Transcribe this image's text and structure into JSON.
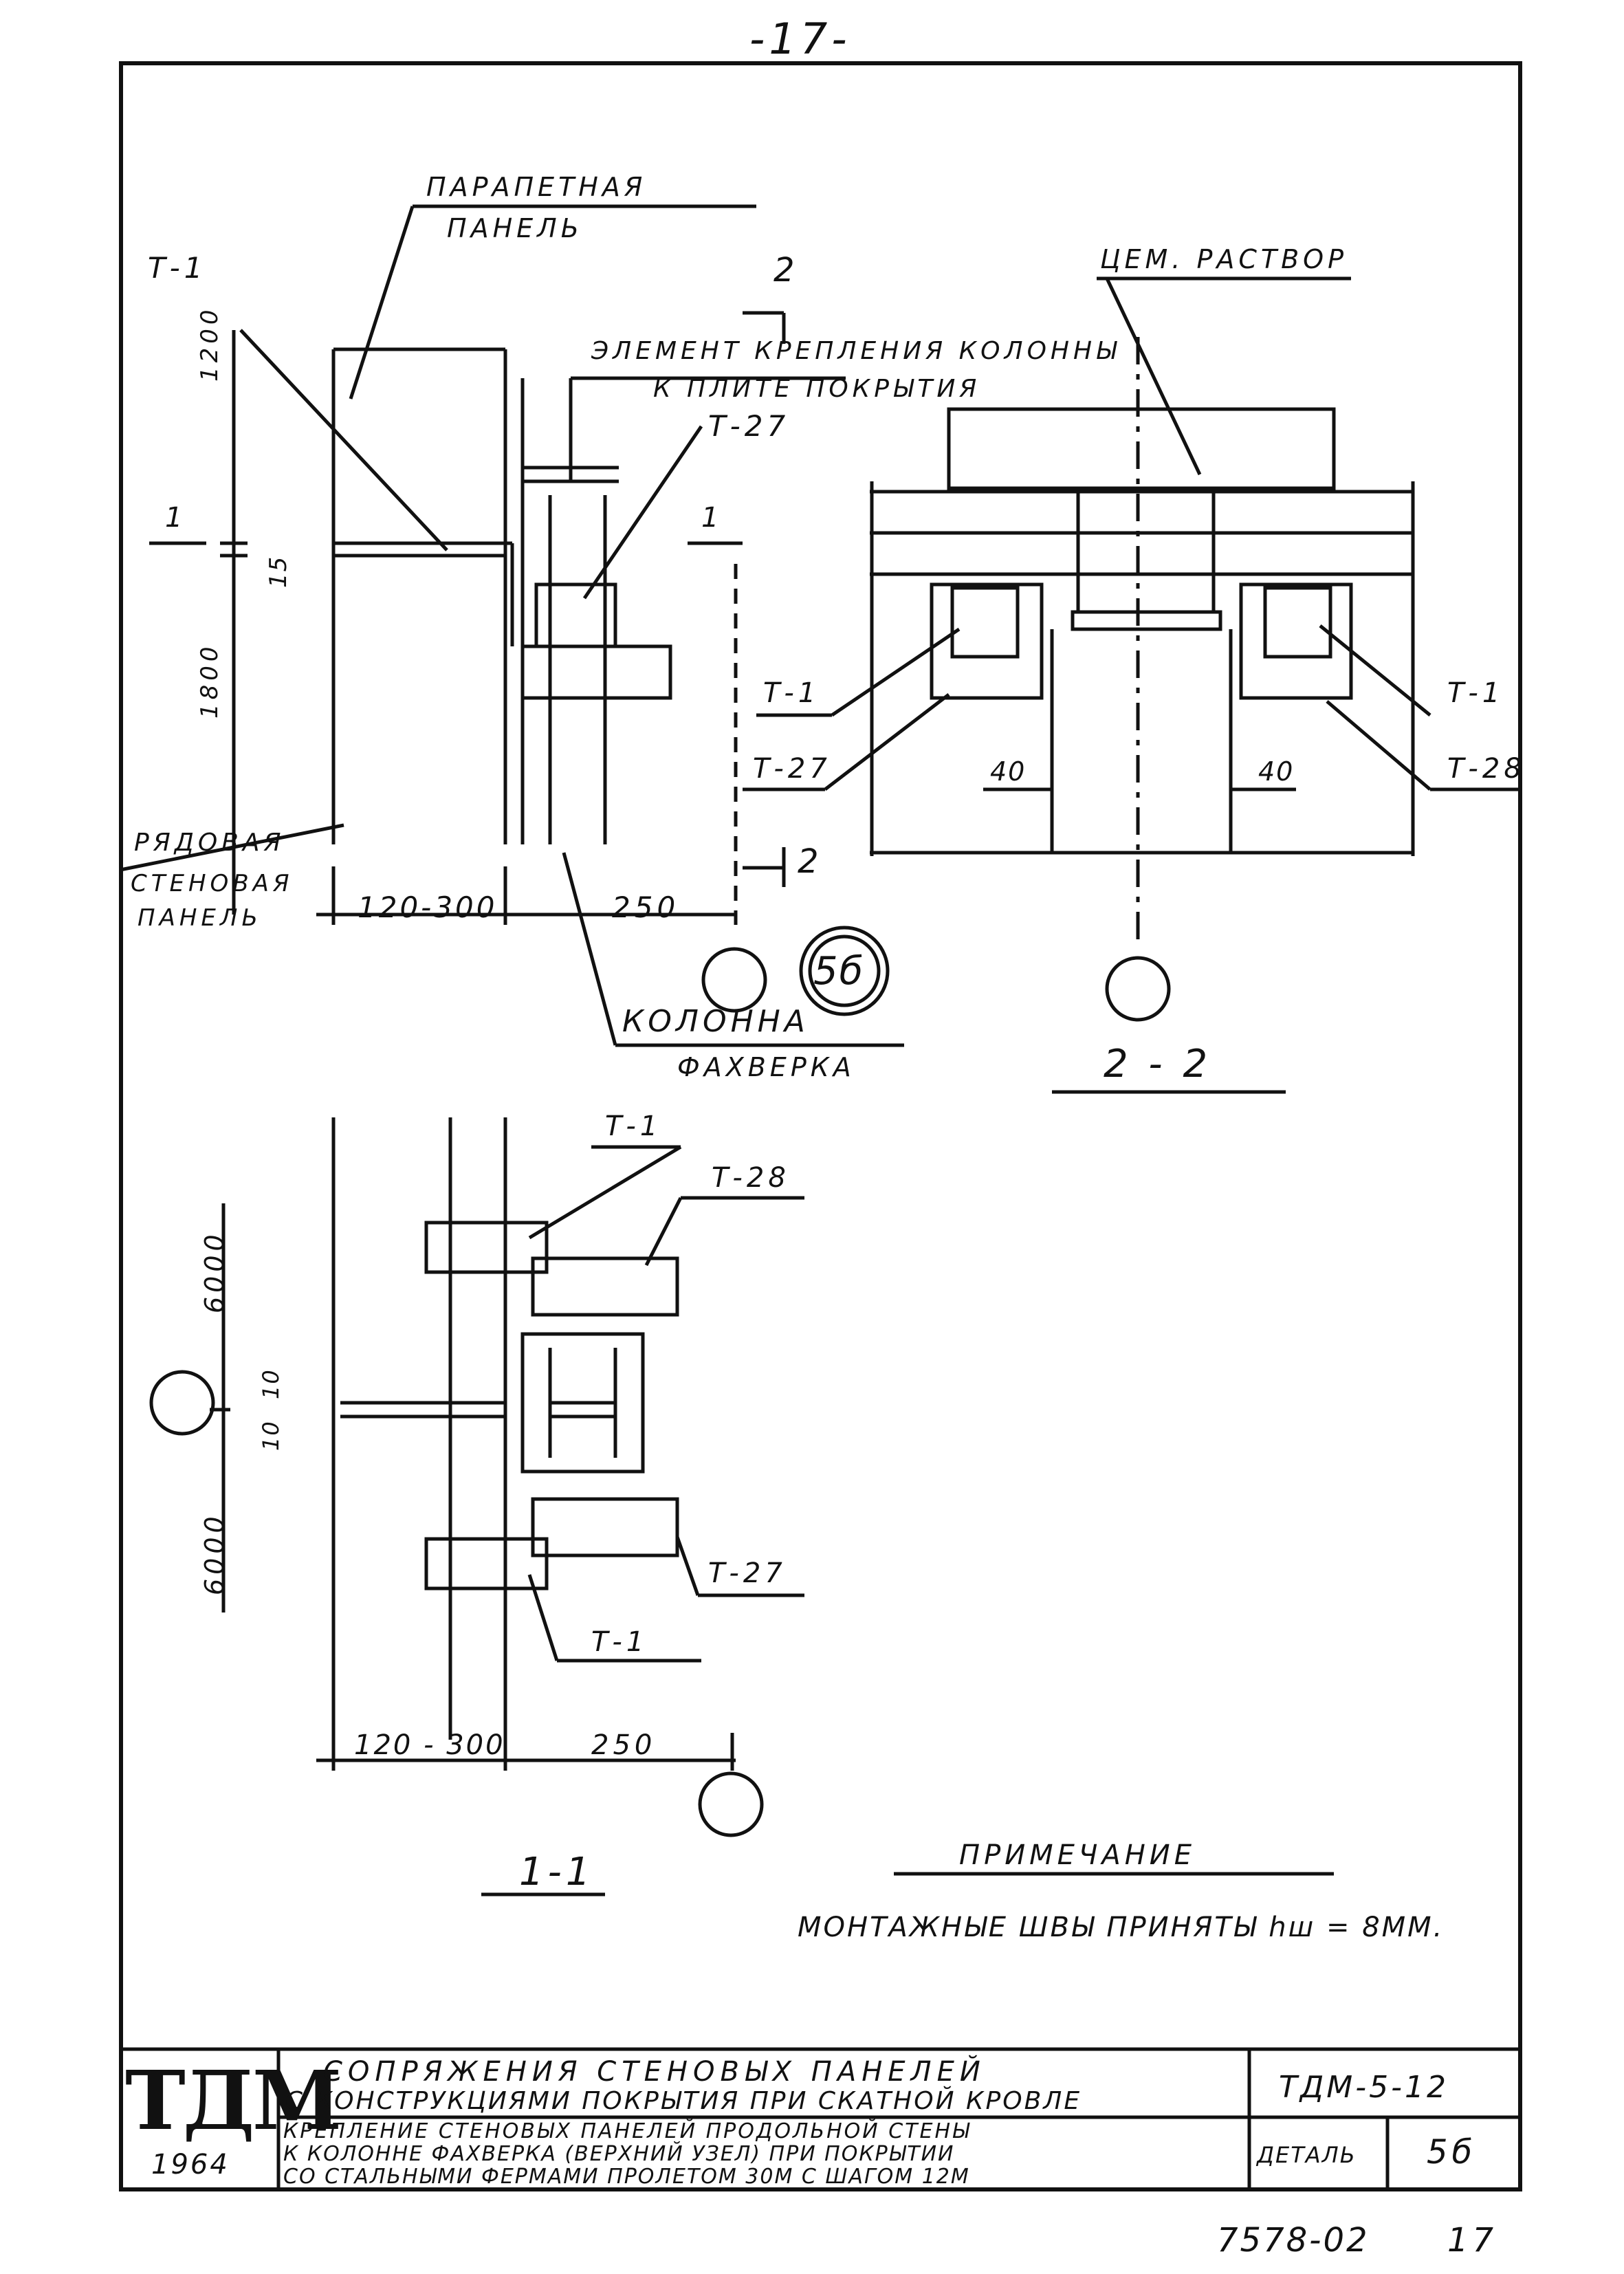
{
  "page": {
    "number_top": "-17-",
    "archive_code": "7578-02",
    "page_number_bottom": "17"
  },
  "view_main": {
    "label_parapet_1": "ПАРАПЕТНАЯ",
    "label_parapet_2": "ПАНЕЛЬ",
    "label_t1": "Т-1",
    "label_element_1": "ЭЛЕМЕНТ КРЕПЛЕНИЯ КОЛОННЫ",
    "label_element_2": "К ПЛИТЕ ПОКРЫТИЯ",
    "label_t27": "Т-27",
    "dim_1200": "1200",
    "dim_15": "15",
    "dim_1800": "1800",
    "dim_120_300": "120-300",
    "dim_250": "250",
    "label_row_panel_1": "РЯДОВАЯ",
    "label_row_panel_2": "СТЕНОВАЯ",
    "label_row_panel_3": "ПАНЕЛЬ",
    "label_column_1": "КОЛОННА",
    "label_column_2": "ФАХВЕРКА",
    "section_mark_1": "1",
    "section_mark_2": "2",
    "detail_badge": "5б"
  },
  "view_2_2": {
    "title": "2 - 2",
    "label_mortar": "ЦЕМ. РАСТВОР",
    "label_t1_left": "Т-1",
    "label_t27": "Т-27",
    "label_t1_right": "Т-1",
    "label_t28": "Т-28",
    "dim_40_left": "40",
    "dim_40_right": "40"
  },
  "view_1_1": {
    "title": "1-1",
    "label_t1_top": "Т-1",
    "label_t28": "Т-28",
    "label_t27": "Т-27",
    "label_t1_bottom": "Т-1",
    "dim_6000_top": "6000",
    "dim_6000_bottom": "6000",
    "dim_10_top": "10",
    "dim_10_bottom": "10",
    "dim_120_300": "120 - 300",
    "dim_250": "250"
  },
  "note": {
    "heading": "ПРИМЕЧАНИЕ",
    "text": "МОНТАЖНЫЕ ШВЫ ПРИНЯТЫ hш = 8ММ."
  },
  "title_block": {
    "logo": "ТДМ",
    "year": "1964",
    "title_line_1": "СОПРЯЖЕНИЯ СТЕНОВЫХ ПАНЕЛЕЙ",
    "title_line_2": "С КОНСТРУКЦИЯМИ ПОКРЫТИЯ ПРИ СКАТНОЙ КРОВЛЕ",
    "desc_line_1": "КРЕПЛЕНИЕ СТЕНОВЫХ ПАНЕЛЕЙ ПРОДОЛЬНОЙ СТЕНЫ",
    "desc_line_2": "К КОЛОННЕ ФАХВЕРКА (ВЕРХНИЙ УЗЕЛ) ПРИ ПОКРЫТИИ",
    "desc_line_3": "СО СТАЛЬНЫМИ ФЕРМАМИ ПРОЛЕТОМ 30М С ШАГОМ 12М",
    "code": "ТДМ-5-12",
    "detail_label": "ДЕТАЛЬ",
    "detail_value": "5б"
  },
  "colors": {
    "ink": "#111111",
    "paper": "#ffffff"
  }
}
